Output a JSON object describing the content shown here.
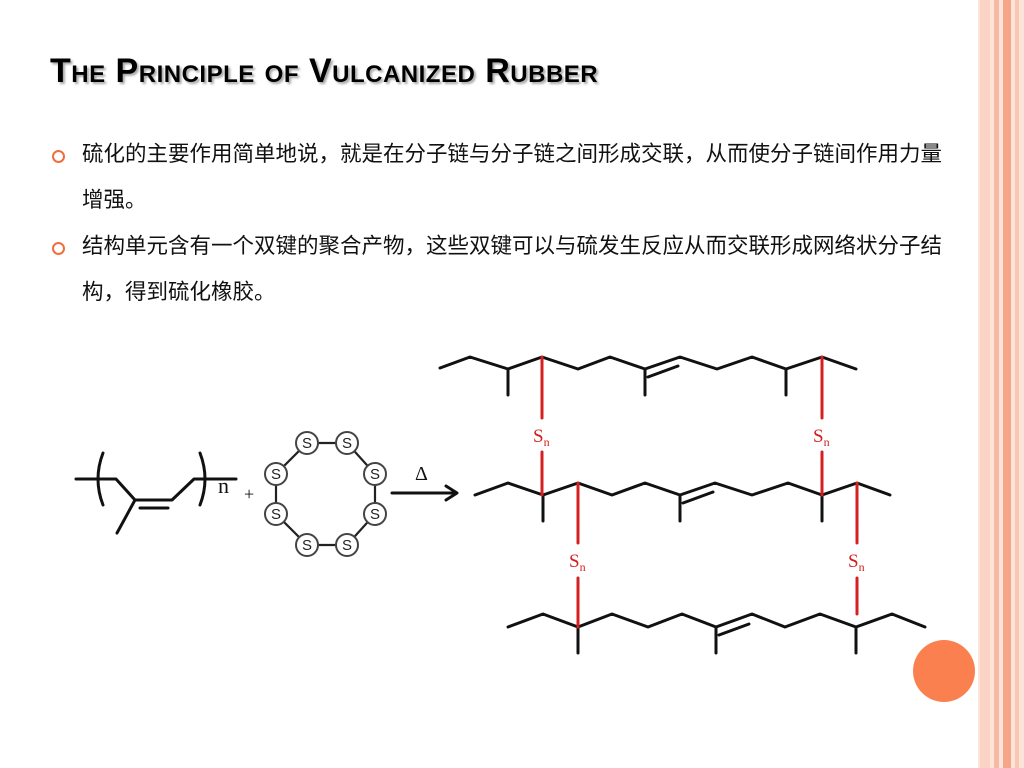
{
  "slide": {
    "title": "The Principle of Vulcanized Rubber",
    "bullets": [
      "硫化的主要作用简单地说，就是在分子链与分子链之间形成交联，从而使分子链间作用力量增强。",
      "结构单元含有一个双键的聚合产物，这些双键可以与硫发生反应从而交联形成网络状分子结构，得到硫化橡胶。"
    ]
  },
  "reaction": {
    "subscript_n": "n",
    "plus": "+",
    "sulfur_symbol": "S",
    "heat_symbol": "Δ",
    "crosslink_label": "S",
    "crosslink_subscript": "n"
  },
  "colors": {
    "accent": "#f26d3d",
    "crosslink": "#d42020",
    "stripe_light": "#fbd3c4",
    "stripe_dark": "#f4a58a"
  }
}
